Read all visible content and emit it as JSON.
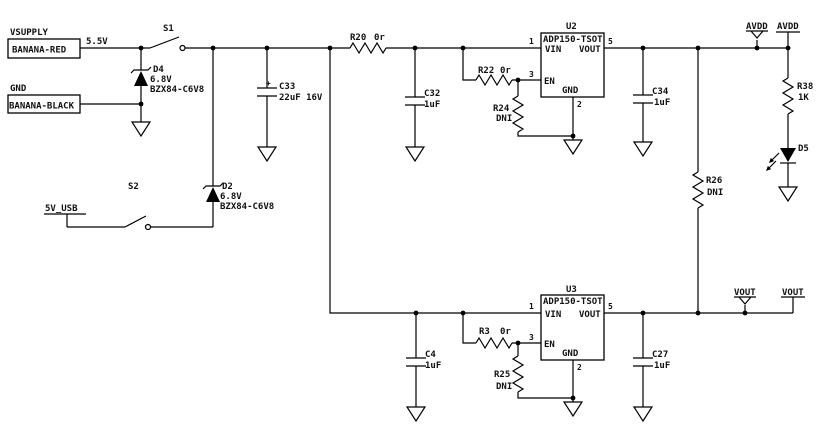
{
  "connectors": {
    "vsupply": {
      "label": "VSUPPLY",
      "name": "BANANA-RED"
    },
    "ground": {
      "label": "GND",
      "name": "BANANA-BLACK"
    }
  },
  "nets": {
    "supply_voltage": "5.5V",
    "usb": "5V_USB",
    "avdd": "AVDD",
    "vout": "VOUT"
  },
  "switches": {
    "s1": {
      "ref": "S1"
    },
    "s2": {
      "ref": "S2"
    }
  },
  "diodes": {
    "d4": {
      "ref": "D4",
      "voltage": "6.8V",
      "part": "BZX84-C6V8"
    },
    "d2": {
      "ref": "D2",
      "voltage": "6.8V",
      "part": "BZX84-C6V8"
    },
    "d5": {
      "ref": "D5"
    }
  },
  "capacitors": {
    "c33": {
      "ref": "C33",
      "value": "22uF 16V",
      "polarity": "+"
    },
    "c32": {
      "ref": "C32",
      "value": "1uF"
    },
    "c34": {
      "ref": "C34",
      "value": "1uF"
    },
    "c4": {
      "ref": "C4",
      "value": "1uF"
    },
    "c27": {
      "ref": "C27",
      "value": "1uF"
    }
  },
  "resistors": {
    "r20": {
      "ref": "R20",
      "value": "0r"
    },
    "r22": {
      "ref": "R22",
      "value": "0r"
    },
    "r3": {
      "ref": "R3",
      "value": "0r"
    },
    "r24": {
      "ref": "R24",
      "value": "DNI"
    },
    "r25": {
      "ref": "R25",
      "value": "DNI"
    },
    "r26": {
      "ref": "R26",
      "value": "DNI"
    },
    "r38": {
      "ref": "R38",
      "value": "1K"
    }
  },
  "regulators": {
    "u2": {
      "ref": "U2",
      "part": "ADP150-TSOT",
      "pin_vin": "VIN",
      "pin_en": "EN",
      "pin_vout": "VOUT",
      "pin_gnd": "GND",
      "num_vin": "1",
      "num_en": "3",
      "num_vout": "5",
      "num_gnd": "2"
    },
    "u3": {
      "ref": "U3",
      "part": "ADP150-TSOT",
      "pin_vin": "VIN",
      "pin_en": "EN",
      "pin_vout": "VOUT",
      "pin_gnd": "GND",
      "num_vin": "1",
      "num_en": "3",
      "num_vout": "5",
      "num_gnd": "2"
    }
  },
  "colors": {
    "wire": "#000000",
    "background": "#ffffff"
  }
}
